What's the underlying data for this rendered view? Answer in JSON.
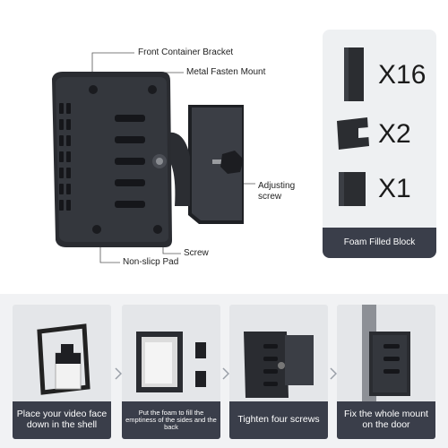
{
  "diagram": {
    "callouts": {
      "front_container_bracket": "Front Container Bracket",
      "metal_fasten_mount": "Metal Fasten Mount",
      "adjusting_screw": "Adjusting screw",
      "screw": "Screw",
      "non_slip_pad": "Non-slicp Pad"
    }
  },
  "foam": {
    "items": [
      {
        "quantity": "X16"
      },
      {
        "quantity": "X2"
      },
      {
        "quantity": "X1"
      }
    ],
    "caption": "Foam Filled Block"
  },
  "steps": [
    {
      "caption": "Place your video face down in the shell"
    },
    {
      "caption": "Put the foam to fill the emptiness of the sides and the back"
    },
    {
      "caption": "Tighten four screws"
    },
    {
      "caption": "Fix the whole mount on the door"
    }
  ],
  "colors": {
    "product_black": "#2a2c31",
    "caption_bar": "#3a3e4a",
    "panel_bg": "#eef0f2",
    "step_bg": "#e4e6e9"
  }
}
